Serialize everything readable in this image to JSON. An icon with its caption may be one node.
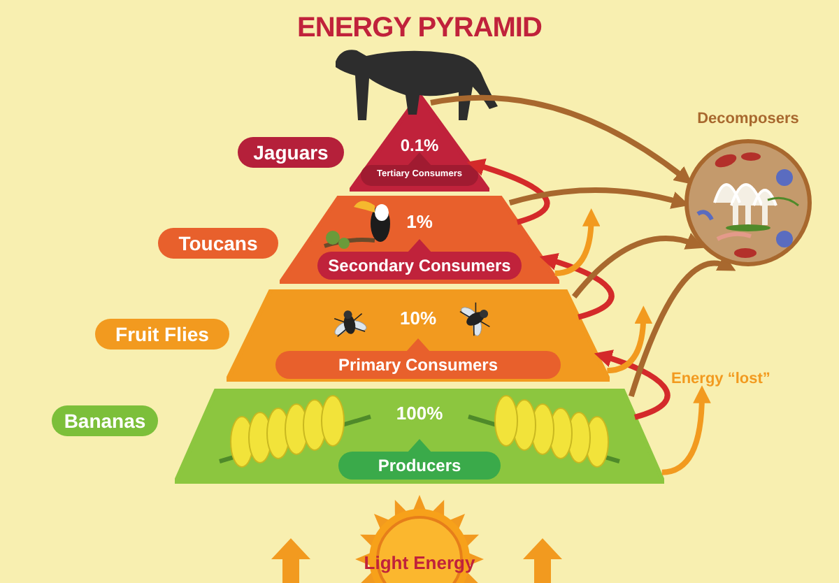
{
  "diagram": {
    "title": "ENERGY PYRAMID",
    "nodes": [
      {
        "text": [
          "0.1%",
          "Tertiary Consumers"
        ]
      },
      {
        "text": [
          "1%",
          "Secondary Consumers"
        ]
      },
      {
        "text": [
          "10%",
          "Primary Consumers"
        ]
      },
      {
        "text": [
          "100%",
          "Producers"
        ]
      },
      {
        "text": [
          "Decomposers"
        ]
      },
      {
        "text": [
          "Light Energy"
        ]
      },
      {
        "text": [
          "Jaguars"
        ]
      },
      {
        "text": [
          "Toucans"
        ]
      },
      {
        "text": [
          "Fruit Flies"
        ]
      },
      {
        "text": [
          "Bananas"
        ]
      },
      {
        "text": [
          "Energy “lost”"
        ]
      }
    ],
    "edges": [
      {
        "from": 3,
        "to": 2,
        "arrow": "to",
        "color": "#d42a2a"
      },
      {
        "from": 2,
        "to": 1,
        "arrow": "to",
        "color": "#d42a2a"
      },
      {
        "from": 1,
        "to": 0,
        "arrow": "to",
        "color": "#d42a2a"
      },
      {
        "from": 3,
        "to": 10,
        "arrow": "to",
        "color": "#f29a1f"
      },
      {
        "from": 2,
        "to": null,
        "arrow": "to",
        "color": "#f29a1f"
      },
      {
        "from": 1,
        "to": null,
        "arrow": "to",
        "color": "#f29a1f"
      },
      {
        "from": 0,
        "to": 4,
        "arrow": "to",
        "color": "#a8682e"
      },
      {
        "from": 1,
        "to": 4,
        "arrow": "to",
        "color": "#a8682e"
      },
      {
        "from": 2,
        "to": 4,
        "arrow": "to",
        "color": "#a8682e"
      },
      {
        "from": 3,
        "to": 4,
        "arrow": "to",
        "color": "#a8682e"
      }
    ]
  }
}
